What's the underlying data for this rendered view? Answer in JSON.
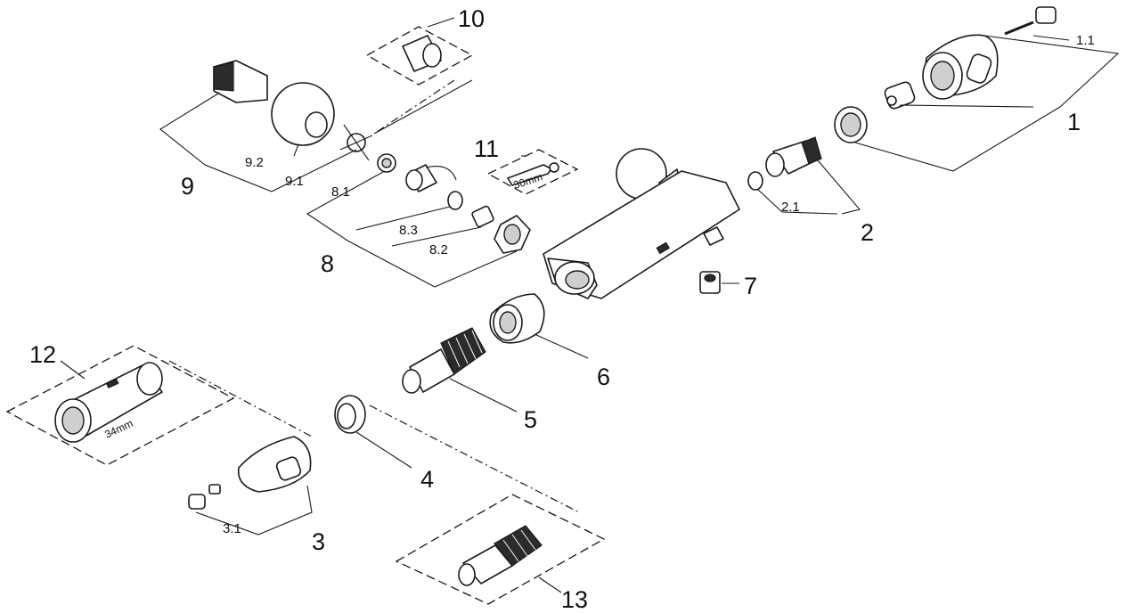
{
  "labels": {
    "p1": "1",
    "p1_1": "1.1",
    "p2": "2",
    "p2_1": "2.1",
    "p3": "3",
    "p3_1": "3.1",
    "p4": "4",
    "p5": "5",
    "p6": "6",
    "p7": "7",
    "p8": "8",
    "p8_1": "8.1",
    "p8_2": "8.2",
    "p8_3": "8.3",
    "p9": "9",
    "p9_1": "9.1",
    "p9_2": "9.2",
    "p10": "10",
    "p11": "11",
    "p12": "12",
    "p13": "13"
  },
  "tools": {
    "wrench_size": "30mm",
    "socket_size": "34mm"
  }
}
